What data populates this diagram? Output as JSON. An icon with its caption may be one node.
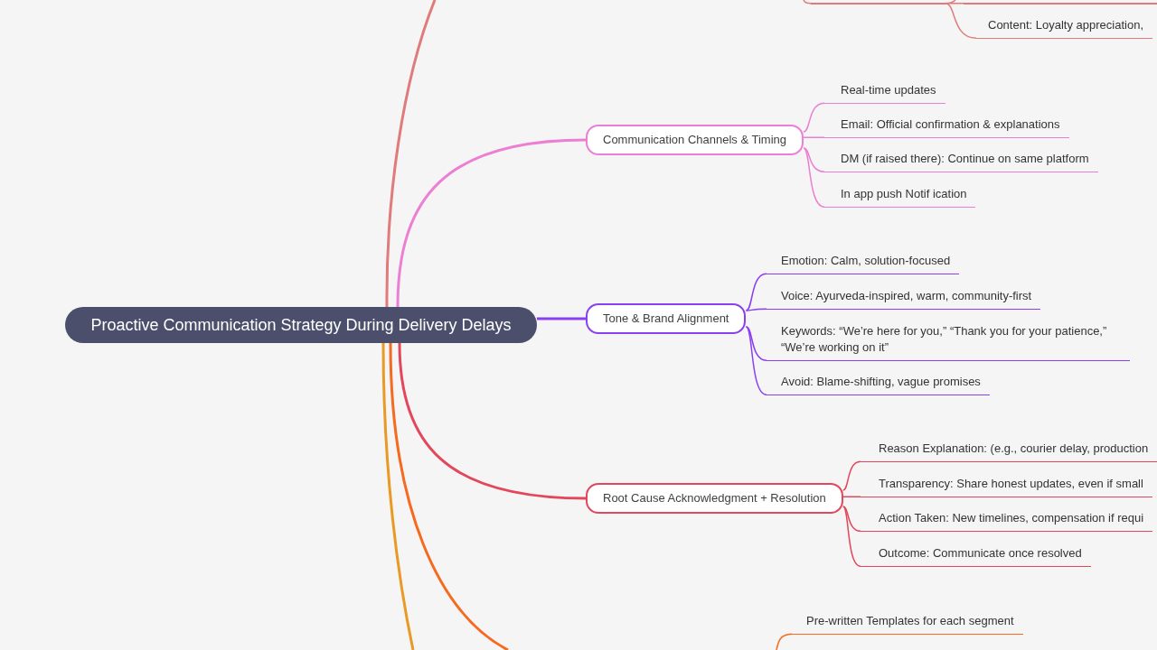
{
  "diagram": {
    "nodes": [
      {
        "text": [
          "Proactive Communication Strategy During Delivery Delays"
        ]
      },
      {
        "text": [],
        "shape": "line"
      },
      {
        "text": [],
        "shape": "line"
      },
      {
        "text": [
          "Content: Loyalty appreciation,"
        ]
      },
      {
        "text": [
          "Communication Channels & Timing"
        ]
      },
      {
        "text": [
          "Real-time updates"
        ]
      },
      {
        "text": [
          "Email: Official confirmation & explanations"
        ]
      },
      {
        "text": [
          "DM (if raised there): Continue on same platform"
        ]
      },
      {
        "text": [
          "In app push Notif ication"
        ]
      },
      {
        "text": [
          "Tone & Brand Alignment"
        ]
      },
      {
        "text": [
          "Emotion: Calm, solution-focused"
        ]
      },
      {
        "text": [
          "Voice: Ayurveda-inspired, warm, community-first"
        ]
      },
      {
        "text": [
          "Keywords: “We’re here for you,” “Thank you for your patience,” “We’re working on it”"
        ]
      },
      {
        "text": [
          "Avoid: Blame-shifting, vague promises"
        ]
      },
      {
        "text": [
          "Root Cause Acknowledgment + Resolution"
        ]
      },
      {
        "text": [
          "Reason Explanation: (e.g., courier delay, production"
        ]
      },
      {
        "text": [
          "Transparency: Share honest updates, even if small"
        ]
      },
      {
        "text": [
          "Action Taken: New timelines, compensation if requi"
        ]
      },
      {
        "text": [
          "Outcome: Communicate once resolved"
        ]
      },
      {
        "text": [
          "Pre-written Templates for each segment"
        ]
      }
    ],
    "edges": [
      {
        "from": 0,
        "to": null,
        "arrow": "none",
        "color": "#e07b7b"
      },
      {
        "from": null,
        "to": 1,
        "arrow": "none",
        "color": "#e07b7b"
      },
      {
        "from": 1,
        "to": 2,
        "arrow": "none",
        "color": "#e07b7b"
      },
      {
        "from": 1,
        "to": null,
        "arrow": "none",
        "color": "#e07b7b"
      },
      {
        "from": 1,
        "to": 3,
        "arrow": "none",
        "color": "#e07b7b"
      },
      {
        "from": 0,
        "to": 4,
        "arrow": "none",
        "color": "#ec7fd4"
      },
      {
        "from": 4,
        "to": 5,
        "arrow": "none",
        "color": "#ec7fd4"
      },
      {
        "from": 4,
        "to": 6,
        "arrow": "none",
        "color": "#ec7fd4"
      },
      {
        "from": 4,
        "to": 7,
        "arrow": "none",
        "color": "#ec7fd4"
      },
      {
        "from": 4,
        "to": 8,
        "arrow": "none",
        "color": "#ec7fd4"
      },
      {
        "from": 0,
        "to": 9,
        "arrow": "none",
        "color": "#8a3ff0"
      },
      {
        "from": 9,
        "to": 10,
        "arrow": "none",
        "color": "#8a3ff0"
      },
      {
        "from": 9,
        "to": 11,
        "arrow": "none",
        "color": "#8a3ff0"
      },
      {
        "from": 9,
        "to": 12,
        "arrow": "none",
        "color": "#8a3ff0"
      },
      {
        "from": 9,
        "to": 13,
        "arrow": "none",
        "color": "#8a3ff0"
      },
      {
        "from": 0,
        "to": 14,
        "arrow": "none",
        "color": "#e2475c"
      },
      {
        "from": 14,
        "to": 15,
        "arrow": "none",
        "color": "#e2475c"
      },
      {
        "from": 14,
        "to": 16,
        "arrow": "none",
        "color": "#e2475c"
      },
      {
        "from": 14,
        "to": 17,
        "arrow": "none",
        "color": "#e2475c"
      },
      {
        "from": 14,
        "to": 18,
        "arrow": "none",
        "color": "#e2475c"
      },
      {
        "from": 0,
        "to": null,
        "arrow": "none",
        "color": "#f56a1e"
      },
      {
        "from": null,
        "to": 19,
        "arrow": "none",
        "color": "#f56a1e"
      },
      {
        "from": 0,
        "to": null,
        "arrow": "none",
        "color": "#e89a24"
      }
    ]
  }
}
